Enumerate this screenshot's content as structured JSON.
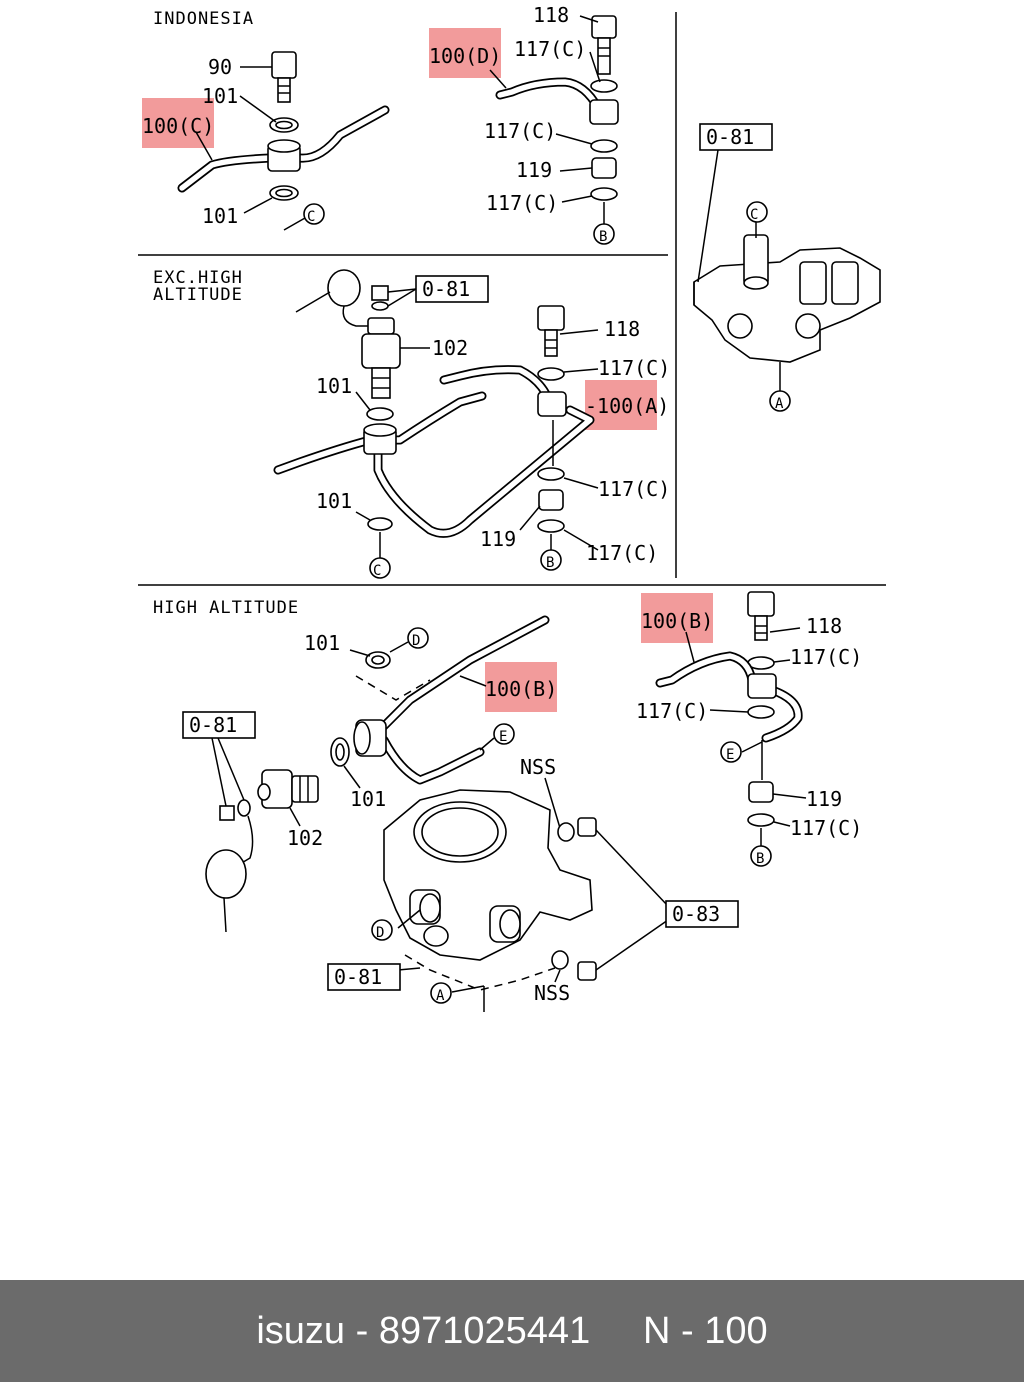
{
  "sections": {
    "indonesia": "INDONESIA",
    "exc_high_line1": "EXC.HIGH",
    "exc_high_line2": "ALTITUDE",
    "high_altitude": "HIGH ALTITUDE"
  },
  "labels": {
    "p90": "90",
    "p101": "101",
    "p100c": "100(C)",
    "p100d": "100(D)",
    "p100a": "-100(A)",
    "p100b": "100(B)",
    "p118": "118",
    "p117c": "117(C)",
    "p119": "119",
    "p102": "102",
    "ref081": "0-81",
    "ref083": "0-83",
    "nss": "NSS",
    "A": "A",
    "B": "B",
    "C": "C",
    "D": "D",
    "E": "E"
  },
  "footer": {
    "brand": "isuzu",
    "sep": " - ",
    "part_number": "8971025441",
    "gap": "     ",
    "page_ref": "N - 100"
  },
  "colors": {
    "highlight": "#f08a8a",
    "footer_bg": "#6b6b6b"
  }
}
